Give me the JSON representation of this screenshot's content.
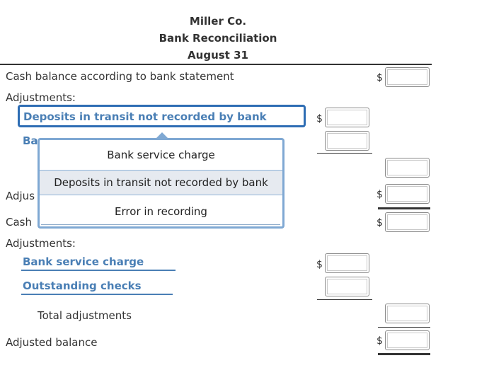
{
  "header": {
    "company": "Miller Co.",
    "report": "Bank Reconciliation",
    "date": "August 31"
  },
  "bank_section": {
    "row_label": "Cash balance according to bank statement",
    "adjustments_label": "Adjustments:",
    "selected_value": "Deposits in transit not recorded by bank",
    "second_select_partial": "Ba",
    "hidden_row_label_partial": "Adjus",
    "cash_partial": "Cash"
  },
  "dropdown": {
    "options": [
      "Bank service charge",
      "Deposits in transit not recorded by bank",
      "Error in recording"
    ],
    "highlighted_index": 1
  },
  "book_section": {
    "adjustments_label": "Adjustments:",
    "select_1": "Bank service charge",
    "select_2": "Outstanding checks",
    "total_label": "Total adjustments",
    "adjusted_label": "Adjusted balance"
  },
  "currency_symbol": "$",
  "colors": {
    "accent": "#4a7fb5",
    "focus_border": "#2e6db4",
    "dropdown_border": "#7fa8d3",
    "highlight_bg": "#e6eaf0"
  }
}
